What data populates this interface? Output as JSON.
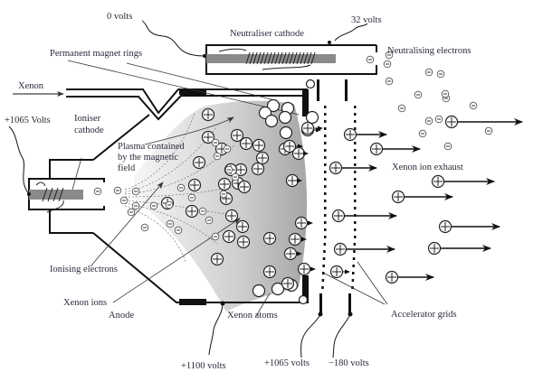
{
  "title": "Gridded ion thruster schematic",
  "labels": {
    "zero_volts": "0 volts",
    "neutraliser_cathode": "Neutraliser cathode",
    "thirty_two_volts": "32 volts",
    "neutralising_electrons": "Neutralising electrons",
    "permanent_magnet_rings": "Permanent magnet rings",
    "xenon": "Xenon",
    "plus_1065_volts_left": "+1065 Volts",
    "ioniser": "Ioniser",
    "cathode": "cathode",
    "plasma_line1": "Plasma contained",
    "plasma_line2": "by the magnetic",
    "plasma_line3": "field",
    "xenon_ion_exhaust": "Xenon ion exhaust",
    "ionising_electrons": "Ionising electrons",
    "xenon_ions": "Xenon ions",
    "anode": "Anode",
    "xenon_atoms": "Xenon atoms",
    "accelerator_grids": "Accelerator grids",
    "plus_1100_volts": "+1100 volts",
    "plus_1065_volts_bottom": "+1065 volts",
    "minus_180_volts": "−180 volts"
  },
  "symbols": {
    "ion": "+",
    "electron": "−"
  },
  "colors": {
    "line": "#111111",
    "cathode_bar": "#8a8a8a",
    "plasma_light": "#f4f4f4",
    "plasma_dark": "#a9a9a9",
    "text": "#2a2a3a"
  }
}
